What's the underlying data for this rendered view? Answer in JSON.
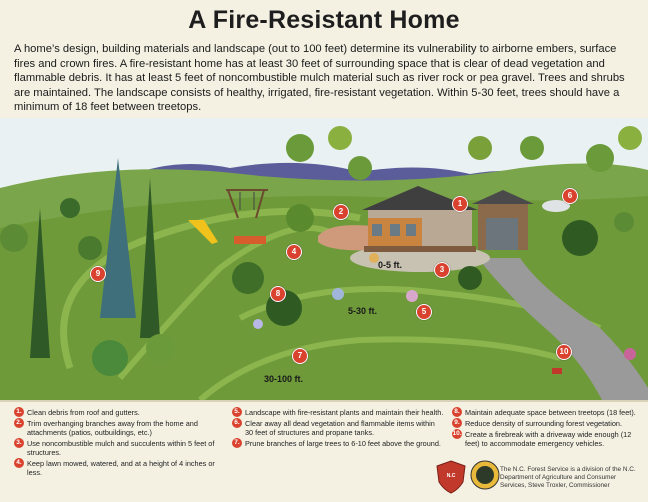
{
  "header": {
    "title": "A Fire-Resistant Home",
    "intro": "A home’s design, building materials and landscape (out to 100 feet) determine its vulnerability to airborne embers, surface fires and crown fires. A fire-resistant home has at least 30 feet of surrounding space that is clear of dead vegetation and flammable debris. It has at least 5 feet of noncombustible mulch material such as river rock or pea gravel. Trees and shrubs are maintained. The landscape consists of healthy, irrigated, fire-resistant vegetation. Within 5-30 feet, trees should have a minimum of 18 feet between treetops."
  },
  "scene": {
    "zones": {
      "z1": "0-5 ft.",
      "z2": "5-30 ft.",
      "z3": "30-100 ft."
    },
    "markers": [
      "1",
      "2",
      "3",
      "4",
      "5",
      "6",
      "7",
      "8",
      "9",
      "10"
    ]
  },
  "legend": {
    "col1": [
      {
        "n": "1.",
        "text": "Clean debris from roof and gutters."
      },
      {
        "n": "2.",
        "text": "Trim overhanging branches away from the home and attachments (patios, outbuildings, etc.)"
      },
      {
        "n": "3.",
        "text": "Use noncombustible mulch and succulents within 5 feet of structures."
      },
      {
        "n": "4.",
        "text": "Keep lawn mowed, watered, and at a height of 4 inches or less."
      }
    ],
    "col2": [
      {
        "n": "5.",
        "text": "Landscape with fire-resistant plants and maintain their health."
      },
      {
        "n": "6.",
        "text": "Clear away all dead vegetation and flammable items within 30 feet of structures and propane tanks."
      },
      {
        "n": "7.",
        "text": "Prune branches of large trees to 6-10 feet above the ground."
      }
    ],
    "col3": [
      {
        "n": "8.",
        "text": "Maintain adequate space between treetops (18 feet)."
      },
      {
        "n": "9.",
        "text": "Reduce density of surrounding forest vegetation."
      },
      {
        "n": "10.",
        "text": "Create a firebreak with a driveway wide enough (12 feet) to accommodate emergency vehicles."
      }
    ]
  },
  "footer": {
    "note": "The N.C. Forest Service is a division of the N.C. Department of Agriculture and Consumer Services, Steve Troxler, Commissioner",
    "badge_forest": "NORTH CAROLINA FOREST SERVICE N.C",
    "badge_ncda": "NCDA&CS"
  },
  "colors": {
    "marker": "#d9422e",
    "grass": "#6e9a3a",
    "path": "#8cb54e",
    "sky": "#eaf1f2"
  }
}
